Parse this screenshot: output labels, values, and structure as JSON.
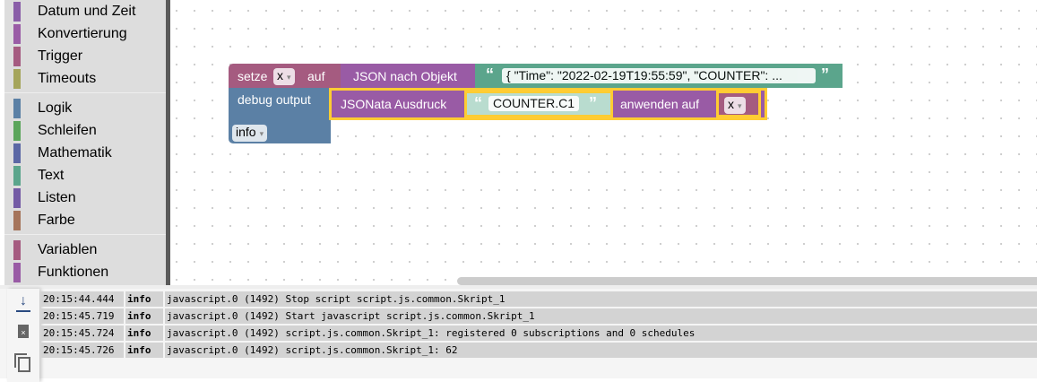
{
  "sidebar": {
    "items": [
      {
        "label": "Datum und Zeit",
        "color": "#8a5ea8"
      },
      {
        "label": "Konvertierung",
        "color": "#9a5ca6"
      },
      {
        "label": "Trigger",
        "color": "#a55b80"
      },
      {
        "label": "Timeouts",
        "color": "#a5a55b"
      },
      {
        "label": "Logik",
        "color": "#5b80a5"
      },
      {
        "label": "Schleifen",
        "color": "#5ba55b"
      },
      {
        "label": "Mathematik",
        "color": "#5b67a5"
      },
      {
        "label": "Text",
        "color": "#5ba58c"
      },
      {
        "label": "Listen",
        "color": "#745ba5"
      },
      {
        "label": "Farbe",
        "color": "#a5745b"
      },
      {
        "label": "Variablen",
        "color": "#a55b80"
      },
      {
        "label": "Funktionen",
        "color": "#995ba5"
      }
    ]
  },
  "blocks": {
    "setze": "setze",
    "var": "x",
    "auf": "auf",
    "json_obj": "JSON nach Objekt",
    "open_q": "“",
    "close_q": "”",
    "json_text": "{   \"Time\": \"2022-02-19T19:55:59\",   \"COUNTER\": ...",
    "debug": "debug output",
    "level": "info",
    "jsonata": "JSONata Ausdruck",
    "expr": "COUNTER.C1",
    "apply": "anwenden auf",
    "apply_var": "x",
    "dropdown_arrow": "▾"
  },
  "log": {
    "rows": [
      {
        "time": "20:15:44.444",
        "level": "info",
        "msg": "javascript.0 (1492) Stop script script.js.common.Skript_1"
      },
      {
        "time": "20:15:45.719",
        "level": "info",
        "msg": "javascript.0 (1492) Start javascript script.js.common.Skript_1"
      },
      {
        "time": "20:15:45.724",
        "level": "info",
        "msg": "javascript.0 (1492) script.js.common.Skript_1: registered 0 subscriptions and 0 schedules"
      },
      {
        "time": "20:15:45.726",
        "level": "info",
        "msg": "javascript.0 (1492) script.js.common.Skript_1: 62"
      }
    ]
  }
}
